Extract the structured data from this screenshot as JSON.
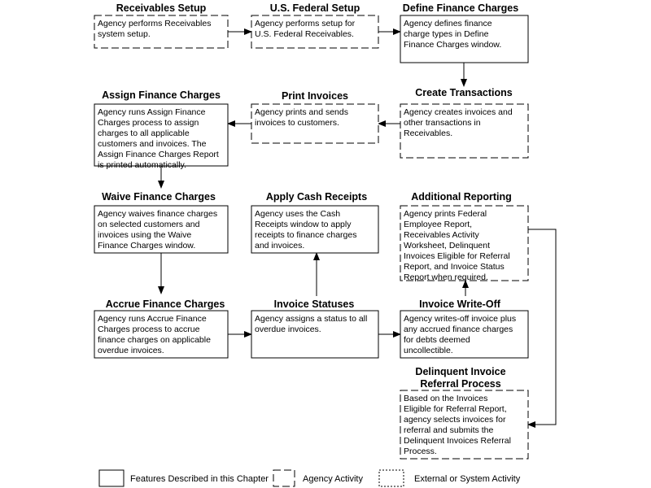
{
  "nodes": [
    {
      "id": "receivables-setup",
      "title": [
        "Receivables Setup"
      ],
      "body": [
        "Agency performs Receivables",
        "system setup."
      ],
      "style": "agency"
    },
    {
      "id": "us-federal-setup",
      "title": [
        "U.S. Federal Setup"
      ],
      "body": [
        "Agency performs setup for",
        "U.S. Federal Receivables."
      ],
      "style": "agency"
    },
    {
      "id": "define-finance-charges",
      "title": [
        "Define Finance Charges"
      ],
      "body": [
        "Agency defines finance",
        "charge types in Define",
        "Finance Charges window."
      ],
      "style": "feature"
    },
    {
      "id": "create-transactions",
      "title": [
        "Create Transactions"
      ],
      "body": [
        "Agency creates invoices and",
        "other transactions in",
        "Receivables."
      ],
      "style": "agency"
    },
    {
      "id": "print-invoices",
      "title": [
        "Print Invoices"
      ],
      "body": [
        "Agency prints and sends",
        "invoices to customers."
      ],
      "style": "agency"
    },
    {
      "id": "assign-finance-charges",
      "title": [
        "Assign Finance Charges"
      ],
      "body": [
        "Agency runs Assign Finance",
        "Charges process to assign",
        "charges to all applicable",
        "customers and invoices. The",
        "Assign Finance Charges Report",
        "is printed automatically."
      ],
      "style": "feature"
    },
    {
      "id": "waive-finance-charges",
      "title": [
        "Waive Finance Charges"
      ],
      "body": [
        "Agency waives finance charges",
        "on selected customers and",
        "invoices using the Waive",
        "Finance Charges window."
      ],
      "style": "feature"
    },
    {
      "id": "apply-cash-receipts",
      "title": [
        "Apply Cash Receipts"
      ],
      "body": [
        "Agency uses the Cash",
        "Receipts window to apply",
        "receipts to finance charges",
        "and invoices."
      ],
      "style": "feature"
    },
    {
      "id": "additional-reporting",
      "title": [
        "Additional Reporting"
      ],
      "body": [
        "Agency prints Federal",
        "Employee Report,",
        "Receivables Activity",
        "Worksheet, Delinquent",
        "Invoices Eligible for Referral",
        "Report, and Invoice Status",
        "Report  when required."
      ],
      "style": "agency"
    },
    {
      "id": "accrue-finance-charges",
      "title": [
        "Accrue Finance Charges"
      ],
      "body": [
        "Agency runs Accrue Finance",
        "Charges process to accrue",
        "finance charges on applicable",
        "overdue invoices."
      ],
      "style": "feature"
    },
    {
      "id": "invoice-statuses",
      "title": [
        "Invoice Statuses"
      ],
      "body": [
        "Agency assigns a status to all",
        "overdue invoices."
      ],
      "style": "feature"
    },
    {
      "id": "invoice-write-off",
      "title": [
        "Invoice Write-Off"
      ],
      "body": [
        "Agency writes-off invoice plus",
        "any accrued finance charges",
        "for debts deemed",
        "uncollectible."
      ],
      "style": "feature"
    },
    {
      "id": "delinquent-invoice-referral-process",
      "title": [
        "Delinquent Invoice",
        "Referral Process"
      ],
      "body": [
        "Based on the Invoices",
        "Eligible for Referral Report,",
        "agency selects invoices for",
        "referral and submits the",
        "Delinquent Invoices Referral",
        "Process."
      ],
      "style": "agency"
    }
  ],
  "legend": [
    {
      "label": "Features Described in this Chapter",
      "style": "feature"
    },
    {
      "label": "Agency Activity",
      "style": "agency"
    },
    {
      "label": "External or System Activity",
      "style": "external"
    }
  ]
}
